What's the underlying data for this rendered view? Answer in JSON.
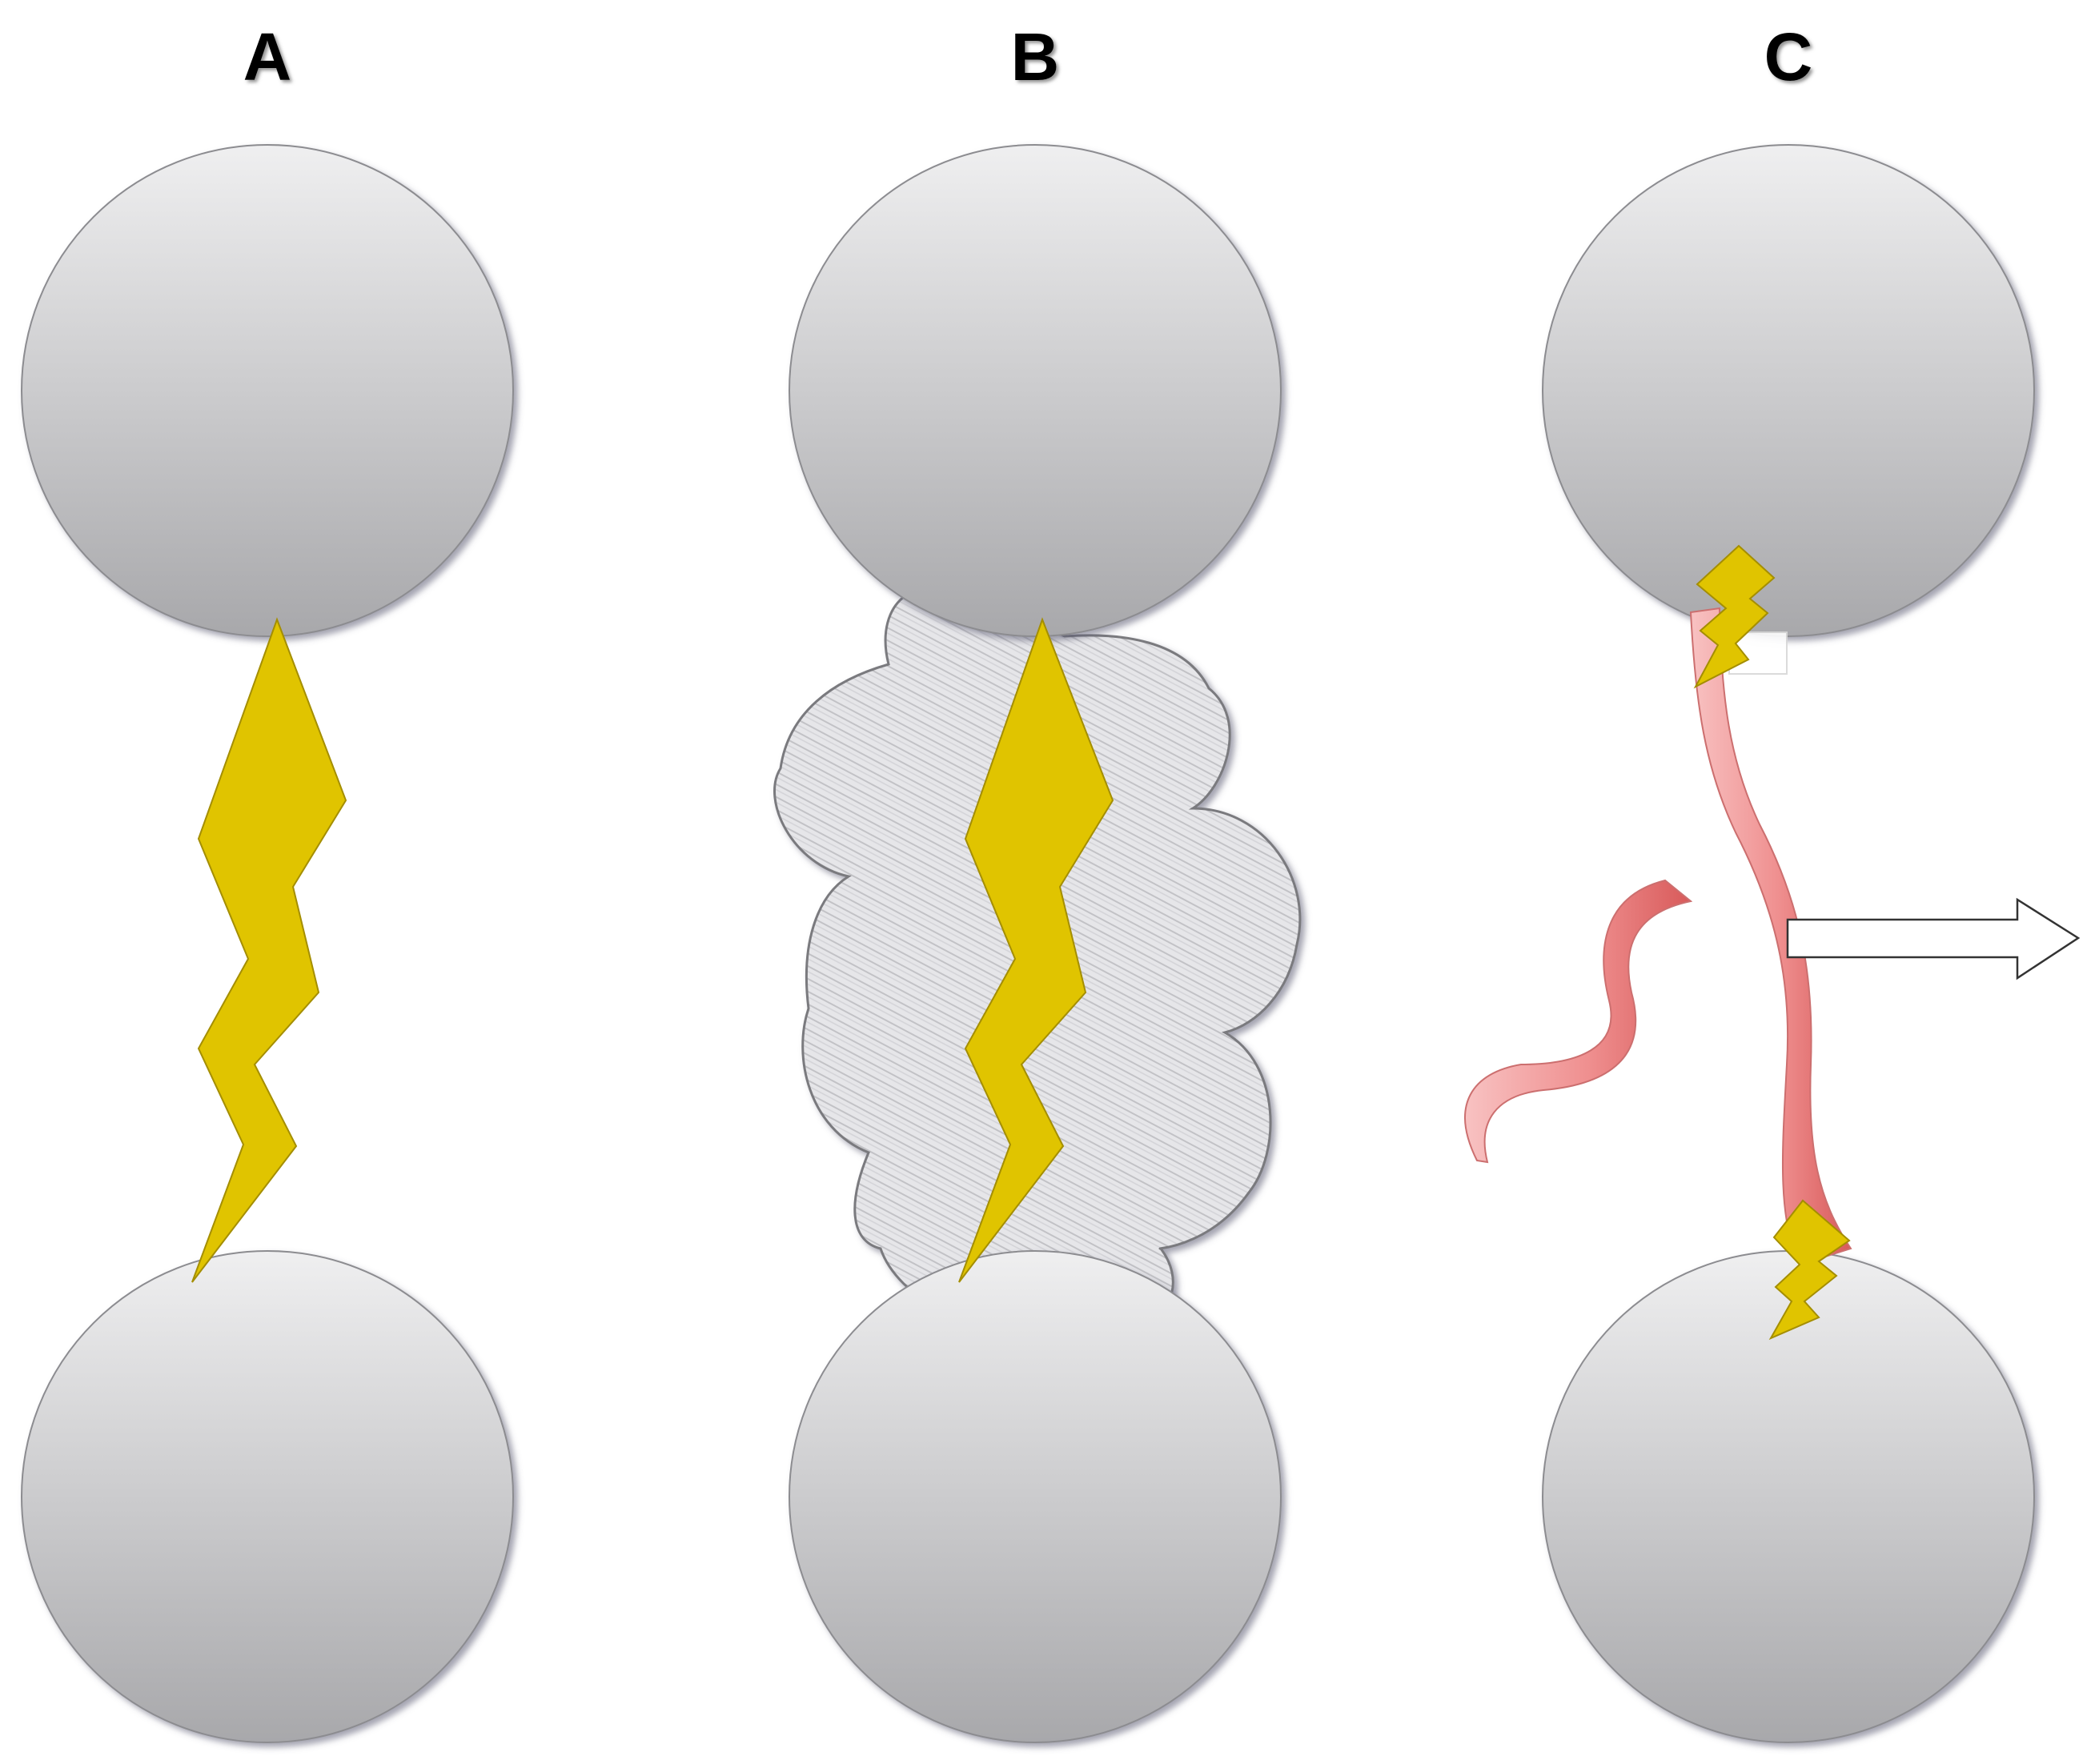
{
  "panels": [
    {
      "id": "A",
      "label": "A"
    },
    {
      "id": "B",
      "label": "B"
    },
    {
      "id": "C",
      "label": "C"
    }
  ],
  "colors": {
    "sphere_light": "#ededee",
    "sphere_dark": "#a9a9ab",
    "sphere_stroke": "#8c8c90",
    "lightning": "#e0c400",
    "lightning_stroke": "#9a8600",
    "cloud_fill": "#dcdcdf",
    "cloud_stroke": "#7a7a7e",
    "strand": "#ee9a9a",
    "strand_dark": "#d45c5c",
    "arrow_fill": "#ffffff",
    "arrow_stroke": "#333333"
  },
  "icons": {
    "sphere": "sphere-icon",
    "lightning": "lightning-bolt-icon",
    "cloud": "cloud-icon",
    "strand": "ribbon-strand-icon",
    "arrow": "right-arrow-icon"
  }
}
